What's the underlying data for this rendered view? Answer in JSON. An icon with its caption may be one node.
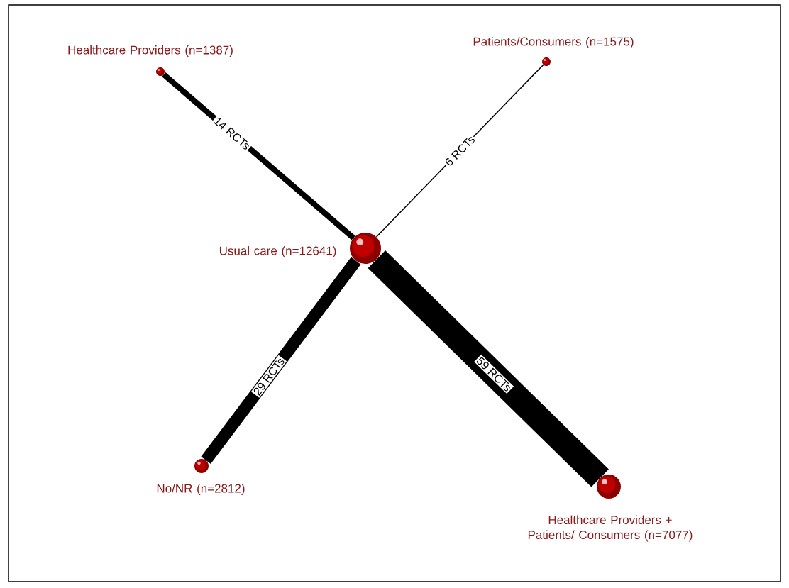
{
  "diagram": {
    "nodes": [
      {
        "text": [
          "Healthcare Providers  (n=1387)"
        ]
      },
      {
        "text": [
          "Patients/Consumers (n=1575)"
        ]
      },
      {
        "text": [
          "Usual care (n=12641)"
        ]
      },
      {
        "text": [
          "No/NR (n=2812)"
        ]
      },
      {
        "text": [
          "Healthcare Providers + Patients/ Consumers (n=7077)"
        ]
      }
    ],
    "edges": [
      {
        "from": 0,
        "to": 2,
        "arrow": "none",
        "label": "14 RCTs"
      },
      {
        "from": 1,
        "to": 2,
        "arrow": "none",
        "label": "6 RCTs"
      },
      {
        "from": 3,
        "to": 2,
        "arrow": "none",
        "label": "29 RCTs",
        "style": "thick"
      },
      {
        "from": 4,
        "to": 2,
        "arrow": "none",
        "label": "59 RCTs",
        "style": "thick"
      }
    ]
  }
}
